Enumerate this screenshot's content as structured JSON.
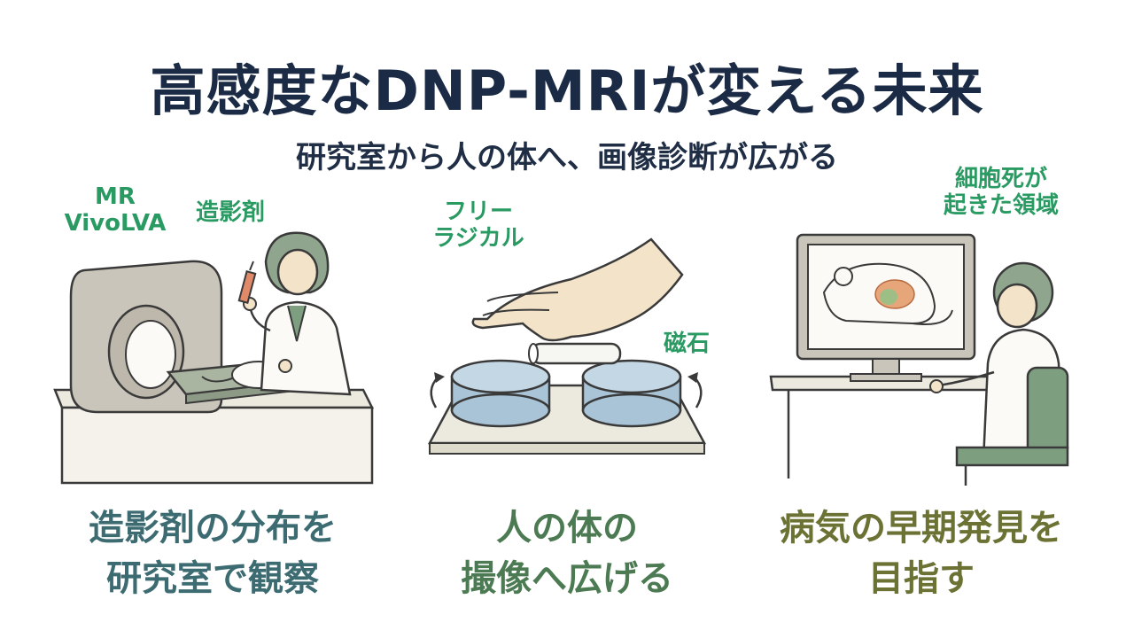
{
  "header": {
    "title": "高感度なDNP-MRIが変える未来",
    "subtitle": "研究室から人の体へ、画像診断が広がる"
  },
  "panels": [
    {
      "labels": {
        "machine": "MR\nVivoLVA",
        "agent": "造影剤"
      },
      "caption": "造影剤の分布を\n研究室で観察",
      "caption_color": "#3d6b72"
    },
    {
      "labels": {
        "radical": "フリー\nラジカル",
        "magnet": "磁石"
      },
      "caption": "人の体の\n撮像へ広げる",
      "caption_color": "#4c7a52"
    },
    {
      "labels": {
        "cell_death": "細胞死が\n起きた領域"
      },
      "caption": "病気の早期発見を\n目指す",
      "caption_color": "#6b7234"
    }
  ],
  "colors": {
    "title": "#1c2b45",
    "label": "#2a9a63",
    "machine": "#c9c5ba",
    "bench": "#eceadf",
    "magnet": "#a9c4d6",
    "skin": "#f3e3c8",
    "scrub": "#7e9e80"
  }
}
